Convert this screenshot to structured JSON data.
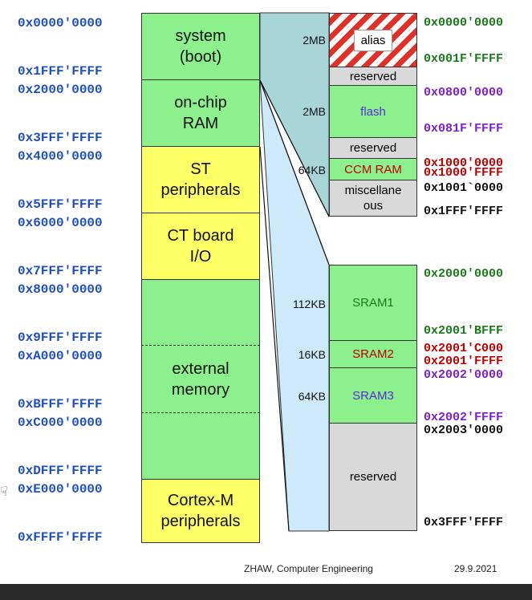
{
  "left_addresses": [
    "0x0000'0000",
    "0x1FFF'FFFF",
    "0x2000'0000",
    "0x3FFF'FFFF",
    "0x4000'0000",
    "0x5FFF'FFFF",
    "0x6000'0000",
    "0x7FFF'FFFF",
    "0x8000'0000",
    "0x9FFF'FFFF",
    "0xA000'0000",
    "0xBFFF'FFFF",
    "0xC000'0000",
    "0xDFFF'FFFF",
    "0xE000'0000",
    "0xFFFF'FFFF"
  ],
  "left_blocks": {
    "system_boot": "system\n(boot)",
    "onchip_ram": "on-chip\nRAM",
    "st_periph": "ST\nperipherals",
    "ct_board": "CT board\nI/O",
    "external": "external\nmemory",
    "cortex": "Cortex-M\nperipherals"
  },
  "top_detail": {
    "alias": "alias",
    "reserved1": "reserved",
    "flash": "flash",
    "reserved2": "reserved",
    "ccm": "CCM RAM",
    "misc": "miscellane\nous",
    "size_alias": "2MB",
    "size_flash": "2MB",
    "size_ccm": "64KB"
  },
  "top_addresses": {
    "a0": "0x0000'0000",
    "a1": "0x001F'FFFF",
    "a2": "0x0800'0000",
    "a3": "0x081F'FFFF",
    "a4": "0x1000'0000",
    "a5": "0x1000'FFFF",
    "a6": "0x1001`0000",
    "a7": "0x1FFF'FFFF"
  },
  "bottom_detail": {
    "sram1": "SRAM1",
    "sram2": "SRAM2",
    "sram3": "SRAM3",
    "reserved": "reserved",
    "size_sram1": "112KB",
    "size_sram2": "16KB",
    "size_sram3": "64KB"
  },
  "bottom_addresses": {
    "b0": "0x2000'0000",
    "b1": "0x2001'BFFF",
    "b2": "0x2001'C000",
    "b3": "0x2001'FFFF",
    "b4": "0x2002'0000",
    "b5": "0x2002'FFFF",
    "b6": "0x2003'0000",
    "b7": "0x3FFF'FFFF"
  },
  "footer": {
    "center": "ZHAW, Computer Engineering",
    "date": "29.9.2021"
  },
  "colors": {
    "addr_blue": "#1f4fbf",
    "green_block": "#8cf08c",
    "yellow_block": "#ffff66",
    "teal_wedge": "#a8d5d8",
    "lightblue_wedge": "#cde9fa"
  }
}
